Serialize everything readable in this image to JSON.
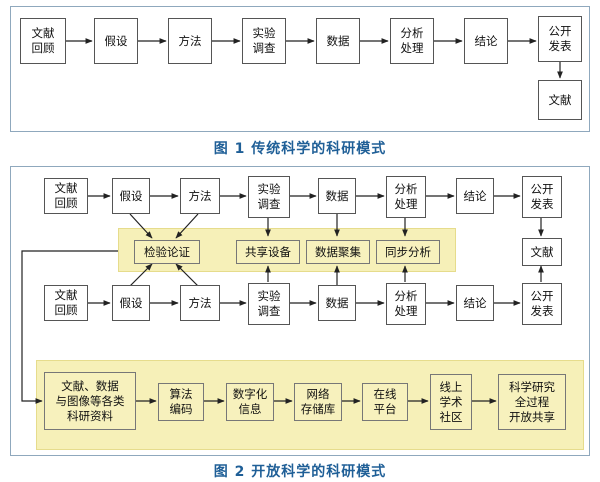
{
  "figure1": {
    "caption": "图 1   传统科学的科研模式",
    "boxes": {
      "review": "文献\n回顾",
      "hypothesis": "假设",
      "method": "方法",
      "experiment": "实验\n调查",
      "data": "数据",
      "analysis": "分析\n处理",
      "conclusion": "结论",
      "publish": "公开\n发表",
      "literature": "文献"
    }
  },
  "figure2": {
    "caption": "图 2   开放科学的科研模式",
    "top_row": {
      "review": "文献\n回顾",
      "hypothesis": "假设",
      "method": "方法",
      "experiment": "实验\n调查",
      "data": "数据",
      "analysis": "分析\n处理",
      "conclusion": "结论",
      "publish": "公开\n发表"
    },
    "middle_band": {
      "verification": "检验论证",
      "shared_equipment": "共享设备",
      "data_aggregation": "数据聚集",
      "sync_analysis": "同步分析"
    },
    "literature": "文献",
    "bottom_row": {
      "review": "文献\n回顾",
      "hypothesis": "假设",
      "method": "方法",
      "experiment": "实验\n调查",
      "data": "数据",
      "analysis": "分析\n处理",
      "conclusion": "结论",
      "publish": "公开\n发表"
    },
    "lower_band": {
      "resources": "文献、数据\n与图像等各类\n科研资料",
      "algorithm": "算法\n编码",
      "digitization": "数字化\n信息",
      "network_storage": "网络\n存储库",
      "online_platform": "在线\n平台",
      "online_community": "线上\n学术\n社区",
      "open_sharing": "科学研究\n全过程\n开放共享"
    }
  }
}
